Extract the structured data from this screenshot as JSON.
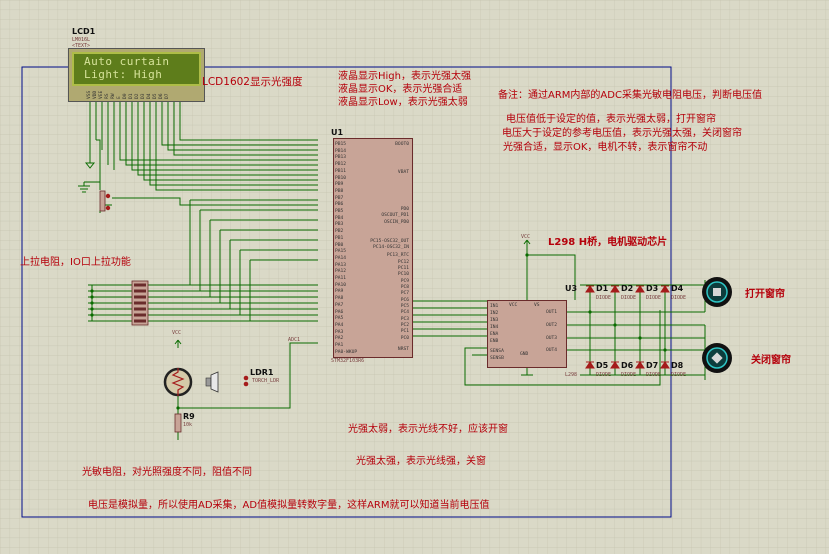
{
  "lcd": {
    "ref": "LCD1",
    "part": "LM016L",
    "text_tag": "<TEXT>",
    "line1": "Auto curtain",
    "line2": "Light: High",
    "pins": [
      "VSS",
      "VDD",
      "VEE",
      "RS",
      "RW",
      "E",
      "D0",
      "D1",
      "D2",
      "D3",
      "D4",
      "D5",
      "D6",
      "D7"
    ]
  },
  "notes": {
    "lcd_title": "LCD1602显示光强度",
    "lcd_high": "液晶显示High，表示光强太强",
    "lcd_ok": "液晶显示OK，表示光强合适",
    "lcd_low": "液晶显示Low，表示光强太弱",
    "remark": "备注：通过ARM内部的ADC采集光敏电阻电压，判断电压值",
    "rule1": "电压值低于设定的值，表示光强太弱，打开窗帘",
    "rule2": "电压大于设定的参考电压值，表示光强太强，关闭窗帘",
    "rule3": "光强合适，显示OK，电机不转，表示窗帘不动",
    "l298_title": "L298  H桥，电机驱动芯片",
    "pullup": "上拉电阻，IO口上拉功能",
    "weak": "光强太弱，表示光线不好，应该开窗",
    "strong": "光强太强，表示光线强，关窗",
    "ldr_desc": "光敏电阻，对光照强度不同，阻值不同",
    "adc_desc": "电压是模拟量，所以使用AD采集，AD值模拟量转数字量，这样ARM就可以知道当前电压值"
  },
  "mcu": {
    "ref": "U1",
    "part": "STM32F103R6",
    "left_pins": [
      "PB15",
      "PB14",
      "PB13",
      "PB12",
      "PB11",
      "PB10",
      "PB9",
      "PB8",
      "PB7",
      "PB6",
      "PB5",
      "PB4",
      "PB3",
      "PB2",
      "PB1",
      "PB0",
      "PA15",
      "PA14",
      "PA13",
      "PA12",
      "PA11",
      "PA10",
      "PA9",
      "PA8",
      "PA7",
      "PA6",
      "PA5",
      "PA4",
      "PA3",
      "PA2",
      "PA1",
      "PA0-WKUP"
    ],
    "right_pins": [
      "BOOT0",
      "VBAT",
      "PD0",
      "OSCOUT_PD1",
      "OSCIN_PD0",
      "PC15-OSC32_OUT",
      "PC14-OSC32_IN",
      "PC13_RTC",
      "PC12",
      "PC11",
      "PC10",
      "PC9",
      "PC8",
      "PC7",
      "PC6",
      "PC5",
      "PC4",
      "PC3",
      "PC2",
      "PC1",
      "PC0",
      "NRST"
    ],
    "net": "ADC1"
  },
  "l298": {
    "ref": "U3",
    "part": "L298",
    "vcc": "VCC",
    "left_pins": [
      "IN1",
      "IN2",
      "IN3",
      "IN4",
      "ENA",
      "ENB",
      "SENSA",
      "SENSB"
    ],
    "right_pins": [
      "OUT1",
      "OUT2",
      "OUT3",
      "OUT4"
    ],
    "top_pins": [
      "VCC",
      "VS"
    ],
    "bottom": "GND"
  },
  "diodes": {
    "top": [
      "D1",
      "D2",
      "D3",
      "D4"
    ],
    "bottom": [
      "D5",
      "D6",
      "D7",
      "D8"
    ],
    "part": "DIODE"
  },
  "motors": {
    "open": "打开窗帘",
    "close": "关闭窗帘"
  },
  "ldr": {
    "ref": "LDR1",
    "part": "TORCH_LDR",
    "vcc": "VCC"
  },
  "r9": {
    "ref": "R9",
    "value": "10k"
  },
  "vcc_label": "VCC",
  "colors": {
    "wire": "#0a6b00",
    "border": "#000c8a",
    "note": "#b5000b",
    "chip": "#c8a497",
    "lcd": "#5e7d1b"
  }
}
